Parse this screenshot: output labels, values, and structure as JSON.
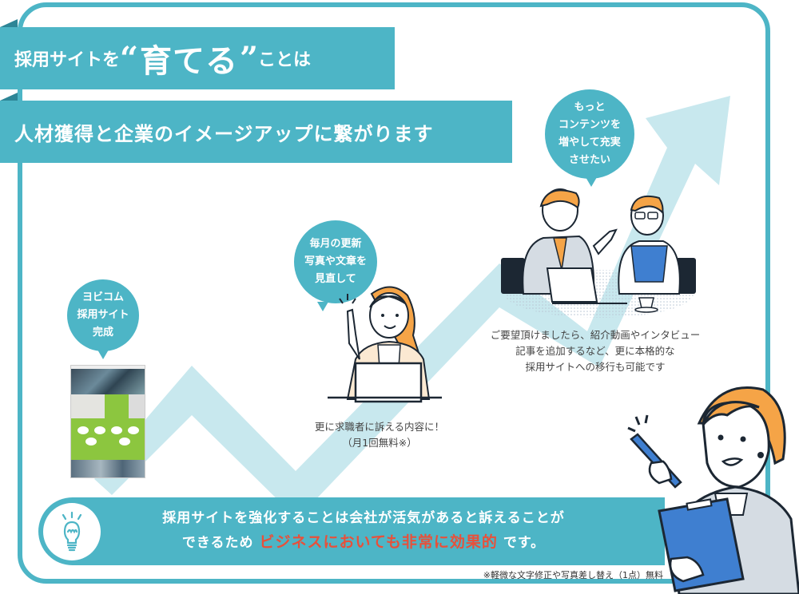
{
  "header": {
    "line1_prefix": "採用サイトを",
    "line1_quote_open": "“",
    "line1_emphasis": "育てる",
    "line1_quote_close": "”",
    "line1_suffix": "ことは",
    "line2": "人材獲得と企業のイメージアップに繋がります"
  },
  "steps": [
    {
      "bubble_lines": [
        "ヨビコム",
        "採用サイト",
        "完成"
      ],
      "visual": "website-screenshot-thumbnail"
    },
    {
      "bubble_lines": [
        "毎月の更新",
        "写真や文章を",
        "見直して"
      ],
      "caption_lines": [
        "更に求職者に訴える内容に！",
        "（月1回無料※）"
      ],
      "visual": "woman-at-laptop-illustration"
    },
    {
      "bubble_lines": [
        "もっと",
        "コンテンツを",
        "増やして充実",
        "させたい"
      ],
      "caption_lines": [
        "ご要望頂けましたら、紹介動画やインタビュー",
        "記事を追加するなど、更に本格的な",
        "採用サイトへの移行も可能です"
      ],
      "visual": "business-meeting-illustration"
    }
  ],
  "callout": {
    "icon": "lightbulb-icon",
    "line1": "採用サイトを強化することは会社が活気があると訴えることが",
    "line2_prefix": "できるため",
    "line2_highlight": "ビジネスにおいても非常に効果的",
    "line2_suffix": "です。"
  },
  "footnote": "※軽微な文字修正や写真差し替え（1点）無料",
  "colors": {
    "primary_teal": "#4db5c6",
    "arrow_light_teal": "#c8e8ee",
    "highlight_red": "#e8503a",
    "hair_orange": "#f5a447",
    "clipboard_blue": "#3f7fd0"
  }
}
